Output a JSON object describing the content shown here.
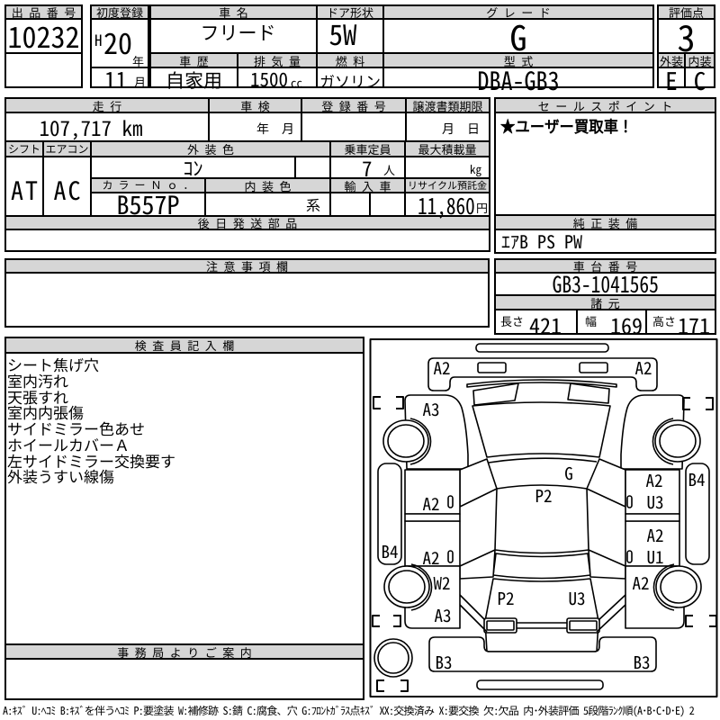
{
  "top": {
    "lot_label": "出 品 番 号",
    "lot_value": "10232",
    "first_reg_label": "初度登録",
    "era": "H",
    "reg_year": "20",
    "year_unit": "年",
    "reg_month": "11",
    "month_unit": "月",
    "car_name_label": "車 名",
    "car_name": "フリード",
    "door_label": "ドア形状",
    "door": "5W",
    "grade_label": "グ レ ー ド",
    "grade": "G",
    "score_label": "評価点",
    "score": "3",
    "history_label": "車 歴",
    "history": "自家用",
    "displacement_label": "排 気 量",
    "displacement": "1500",
    "displacement_unit": "cc",
    "fuel_label": "燃 料",
    "fuel": "ガソリン",
    "model_label": "型 式",
    "model": "DBA-GB3",
    "exterior_label": "外装",
    "exterior": "E",
    "interior_label": "内装",
    "interior": "C"
  },
  "mid": {
    "mileage_label": "走 行",
    "mileage": "107,717 km",
    "shaken_label": "車 検",
    "shaken_units": "年　月",
    "reg_no_label": "登 録 番 号",
    "reg_no": "",
    "transfer_label": "譲渡書類期限",
    "transfer_units": "月　日",
    "sales_label": "セ ー ル ス ポ イ ン ト",
    "sales_point": "★ユーザー買取車！",
    "shift_label": "シフト",
    "shift": "AT",
    "aircon_label": "エアコン",
    "aircon": "AC",
    "ext_color_label": "外 装 色",
    "ext_color": "ｺﾝ",
    "capacity_label": "乗車定員",
    "capacity": "7",
    "capacity_unit": "人",
    "max_load_label": "最大積載量",
    "max_load_unit": "kg",
    "color_no_label": "カ ラ ー Ｎ ｏ ．",
    "color_no": "B557P",
    "int_color_label": "内 装 色",
    "int_color_suffix": "系",
    "import_label": "輸 入 車",
    "recycle_label": "リサイクル預託金",
    "recycle": "11,860",
    "recycle_unit": "円",
    "later_parts_label": "後 日 発 送 部 品",
    "equip_label": "純 正 装 備",
    "equipment": "ｴｱB PS PW"
  },
  "third": {
    "notes_label": "注 意 事 項 欄",
    "chassis_label": "車 台 番 号",
    "chassis_no": "GB3-1041565",
    "specs_label": "諸 元",
    "length_label": "長さ",
    "length": "421",
    "width_label": "幅",
    "width": "169",
    "height_label": "高さ",
    "height": "171"
  },
  "inspector": {
    "label": "検 査 員 記 入 欄",
    "items": [
      "シート焦げ穴",
      "室内汚れ",
      "天張すれ",
      "室内内張傷",
      "サイドミラー色あせ",
      "ホイールカバーＡ",
      "左サイドミラー交換要す",
      "外装うすい線傷"
    ],
    "office_label": "事 務 局 よ り ご 案 内"
  },
  "diagram": {
    "front_left": "A2",
    "front_right": "A2",
    "fender_fl": "A3",
    "sill_left": "B4",
    "sill_right": "B4",
    "door_fl": "A2",
    "door_rl": "A2",
    "windshield": "G",
    "roof": "P2",
    "door_fr_a": "A2",
    "door_fr_b": "U3",
    "door_rr_a": "A2",
    "door_rr_b": "U1",
    "quarter_rl_a": "W2",
    "quarter_rl_b": "A3",
    "quarter_rr": "A2",
    "gate_a": "P2",
    "gate_b": "U3",
    "bumper_left": "B3",
    "bumper_right": "B3"
  },
  "legend": "A:ｷｽﾞ U:ﾍｺﾐ B:ｷｽﾞを伴うﾍｺﾐ P:要塗装 W:補修跡 S:錆 C:腐食、穴 G:ﾌﾛﾝﾄｶﾞﾗｽ点ｷｽﾞ XX:交換済み X:要交換 欠:欠品 内･外装評価 5段階ﾗﾝｸ順(A･B･C･D･E) 2",
  "colors": {
    "line": "#000000",
    "header_bg": "#d6d6d6",
    "page_bg": "#ffffff"
  }
}
